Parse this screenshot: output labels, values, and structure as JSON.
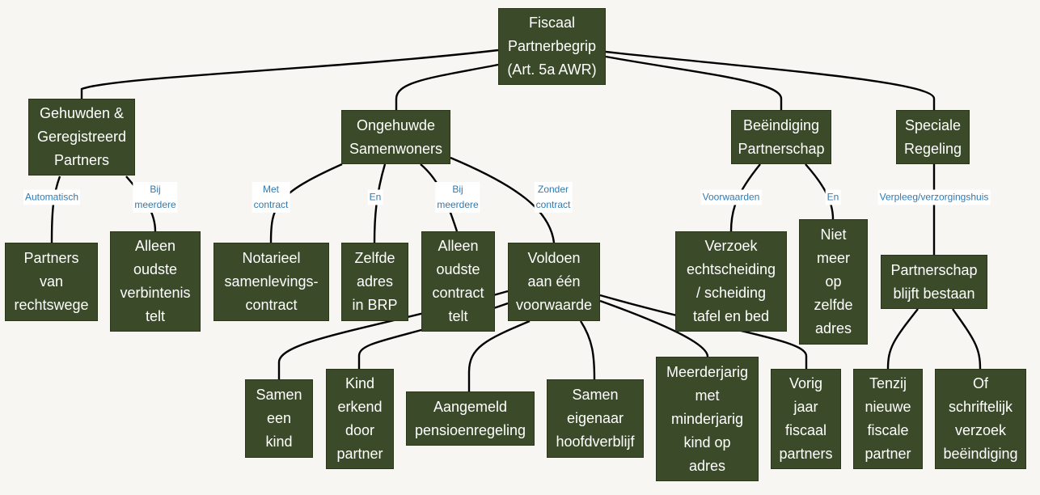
{
  "nodes": {
    "root": "Fiscaal\nPartnerbegrip\n(Art. 5a AWR)",
    "gehuwden": "Gehuwden &\nGeregistreerd\nPartners",
    "ongehuwde": "Ongehuwde\nSamenwoners",
    "beeindiging": "Beëindiging\nPartnerschap",
    "speciale": "Speciale\nRegeling",
    "partners_rechtswege": "Partners\nvan\nrechtswege",
    "oudste_verbintenis": "Alleen\noudste\nverbintenis\ntelt",
    "notarieel": "Notarieel\nsamenlevings-\ncontract",
    "zelfde_adres_brp": "Zelfde\nadres\nin BRP",
    "oudste_contract": "Alleen\noudste\ncontract\ntelt",
    "voldoen": "Voldoen\naan één\nvoorwaarde",
    "verzoek_echtscheiding": "Verzoek\nechtscheiding\n/ scheiding\ntafel en bed",
    "niet_meer_op_adres": "Niet\nmeer\nop\nzelfde\nadres",
    "partnerschap_blijft": "Partnerschap\nblijft bestaan",
    "samen_kind": "Samen\neen\nkind",
    "kind_erkend": "Kind\nerkend\ndoor\npartner",
    "pensioenregeling": "Aangemeld\npensioenregeling",
    "samen_eigenaar": "Samen\neigenaar\nhoofdverblijf",
    "meerderjarig": "Meerderjarig\nmet\nminderjarig\nkind op\nadres",
    "vorig_jaar": "Vorig\njaar\nfiscaal\npartners",
    "tenzij": "Tenzij\nnieuwe\nfiscale\npartner",
    "schriftelijk": "Of\nschriftelijk\nverzoek\nbeëindiging"
  },
  "edge_labels": {
    "automatisch": "Automatisch",
    "bij_meerdere_1": "Bij\nmeerdere",
    "met_contract": "Met\ncontract",
    "en_1": "En",
    "bij_meerdere_2": "Bij\nmeerdere",
    "zonder_contract": "Zonder\ncontract",
    "voorwaarden": "Voorwaarden",
    "en_2": "En",
    "verpleeg": "Verpleeg/verzorgingshuis"
  }
}
